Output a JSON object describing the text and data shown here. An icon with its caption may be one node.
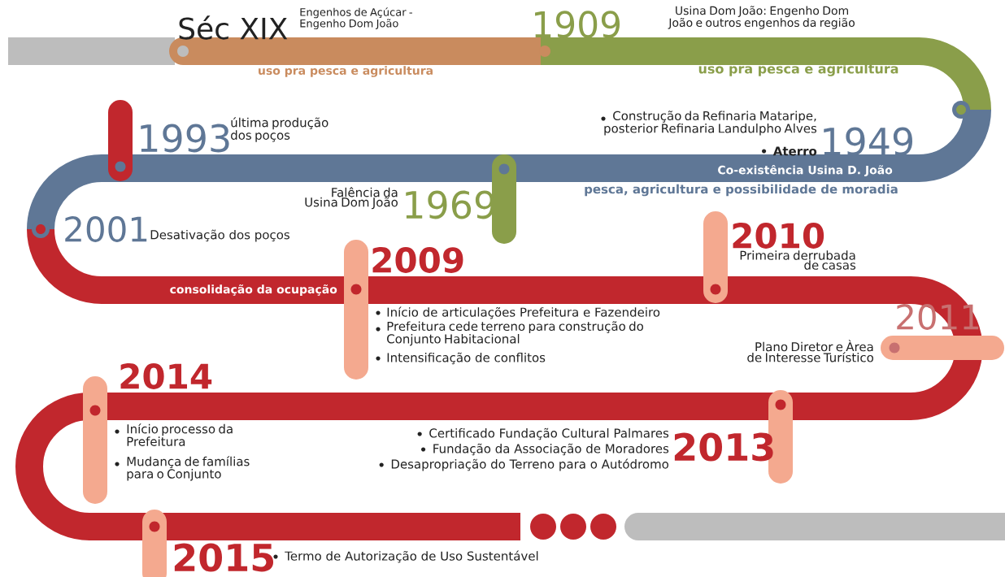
{
  "diagram": {
    "labels": [
      "Séc XIX",
      "Engenhos de Açúcar - Engenho Dom João",
      "uso pra pesca e agricultura",
      "1909",
      "Usina Dom João: Engenho Dom João e outros engenhos da região",
      "uso pra pesca e agricultura",
      "1993",
      "última produção dos poços",
      "Construção da Refinaria Mataripe, posterior Refinaria Landulpho Alves",
      "Aterro",
      "1949",
      "Co-existência Usina D. João",
      "pesca, agricultura e possibilidade de moradia",
      "Falência da Usina Dom João",
      "1969",
      "2001",
      "Desativação dos poços",
      "2009",
      "consolidação da ocupação",
      "Início de articulações Prefeitura e Fazendeiro",
      "Prefeitura cede terreno para construção do Conjunto Habitacional",
      "Intensificação de conflitos",
      "2010",
      "Primeira derrubada de casas",
      "2011",
      "Plano Diretor e Àrea de Interesse Turístico",
      "2014",
      "Início processo da Prefeitura",
      "Mudança de famílias para o Conjunto",
      "Certificado Fundação Cultural Palmares",
      "Fundação da Associação de Moradores",
      "Desapropriação do Terreno para o Autódromo",
      "2013",
      "2015",
      "Termo de Autorização de Uso Sustentável"
    ]
  }
}
